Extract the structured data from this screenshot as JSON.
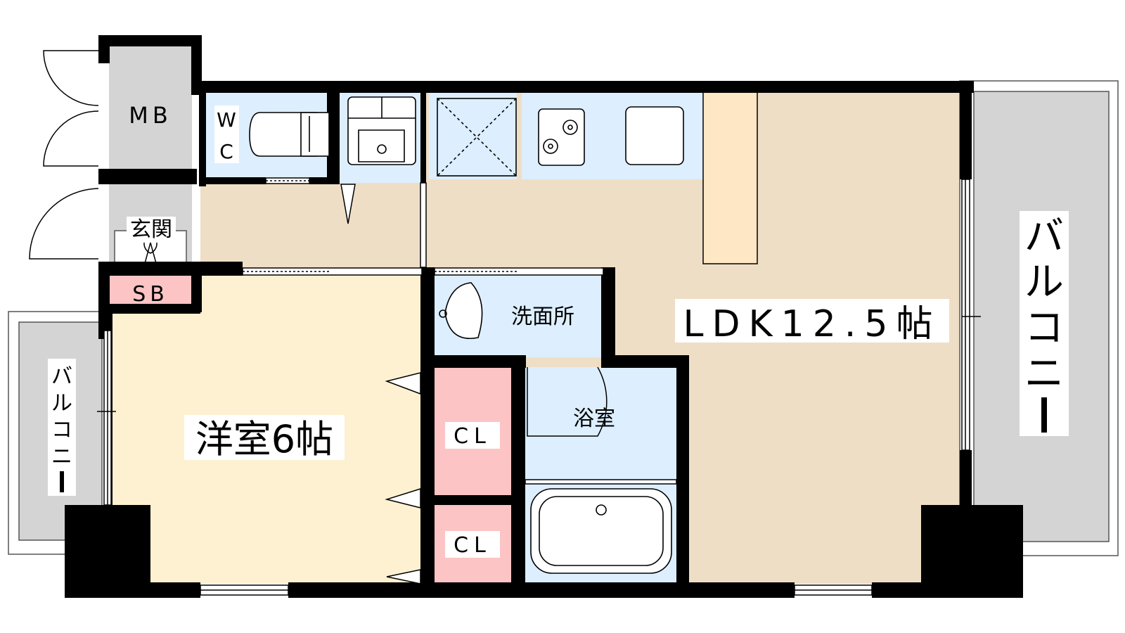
{
  "rooms": {
    "mb": "MB",
    "wc_line1": "W",
    "wc_line2": "C",
    "entrance": "玄関",
    "sb": "SB",
    "washroom": "洗面所",
    "bathroom": "浴室",
    "closet_upper": "CL",
    "closet_lower": "CL",
    "bedroom": "洋室6帖",
    "ldk": "LDK12.5帖",
    "balcony_left": [
      "バ",
      "ル",
      "コ",
      "ニ",
      "ー"
    ],
    "balcony_right": [
      "バ",
      "ル",
      "コ",
      "ニ",
      "ー"
    ]
  },
  "colors": {
    "wall": "#000000",
    "ldk_floor": "#efdec6",
    "bedroom_floor": "#fdf1d2",
    "wet_area": "#ddeeff",
    "closet": "#fcc4c4",
    "storage": "#d4d4d4",
    "balcony": "#d4d4d4",
    "counter": "#fde7c4"
  }
}
